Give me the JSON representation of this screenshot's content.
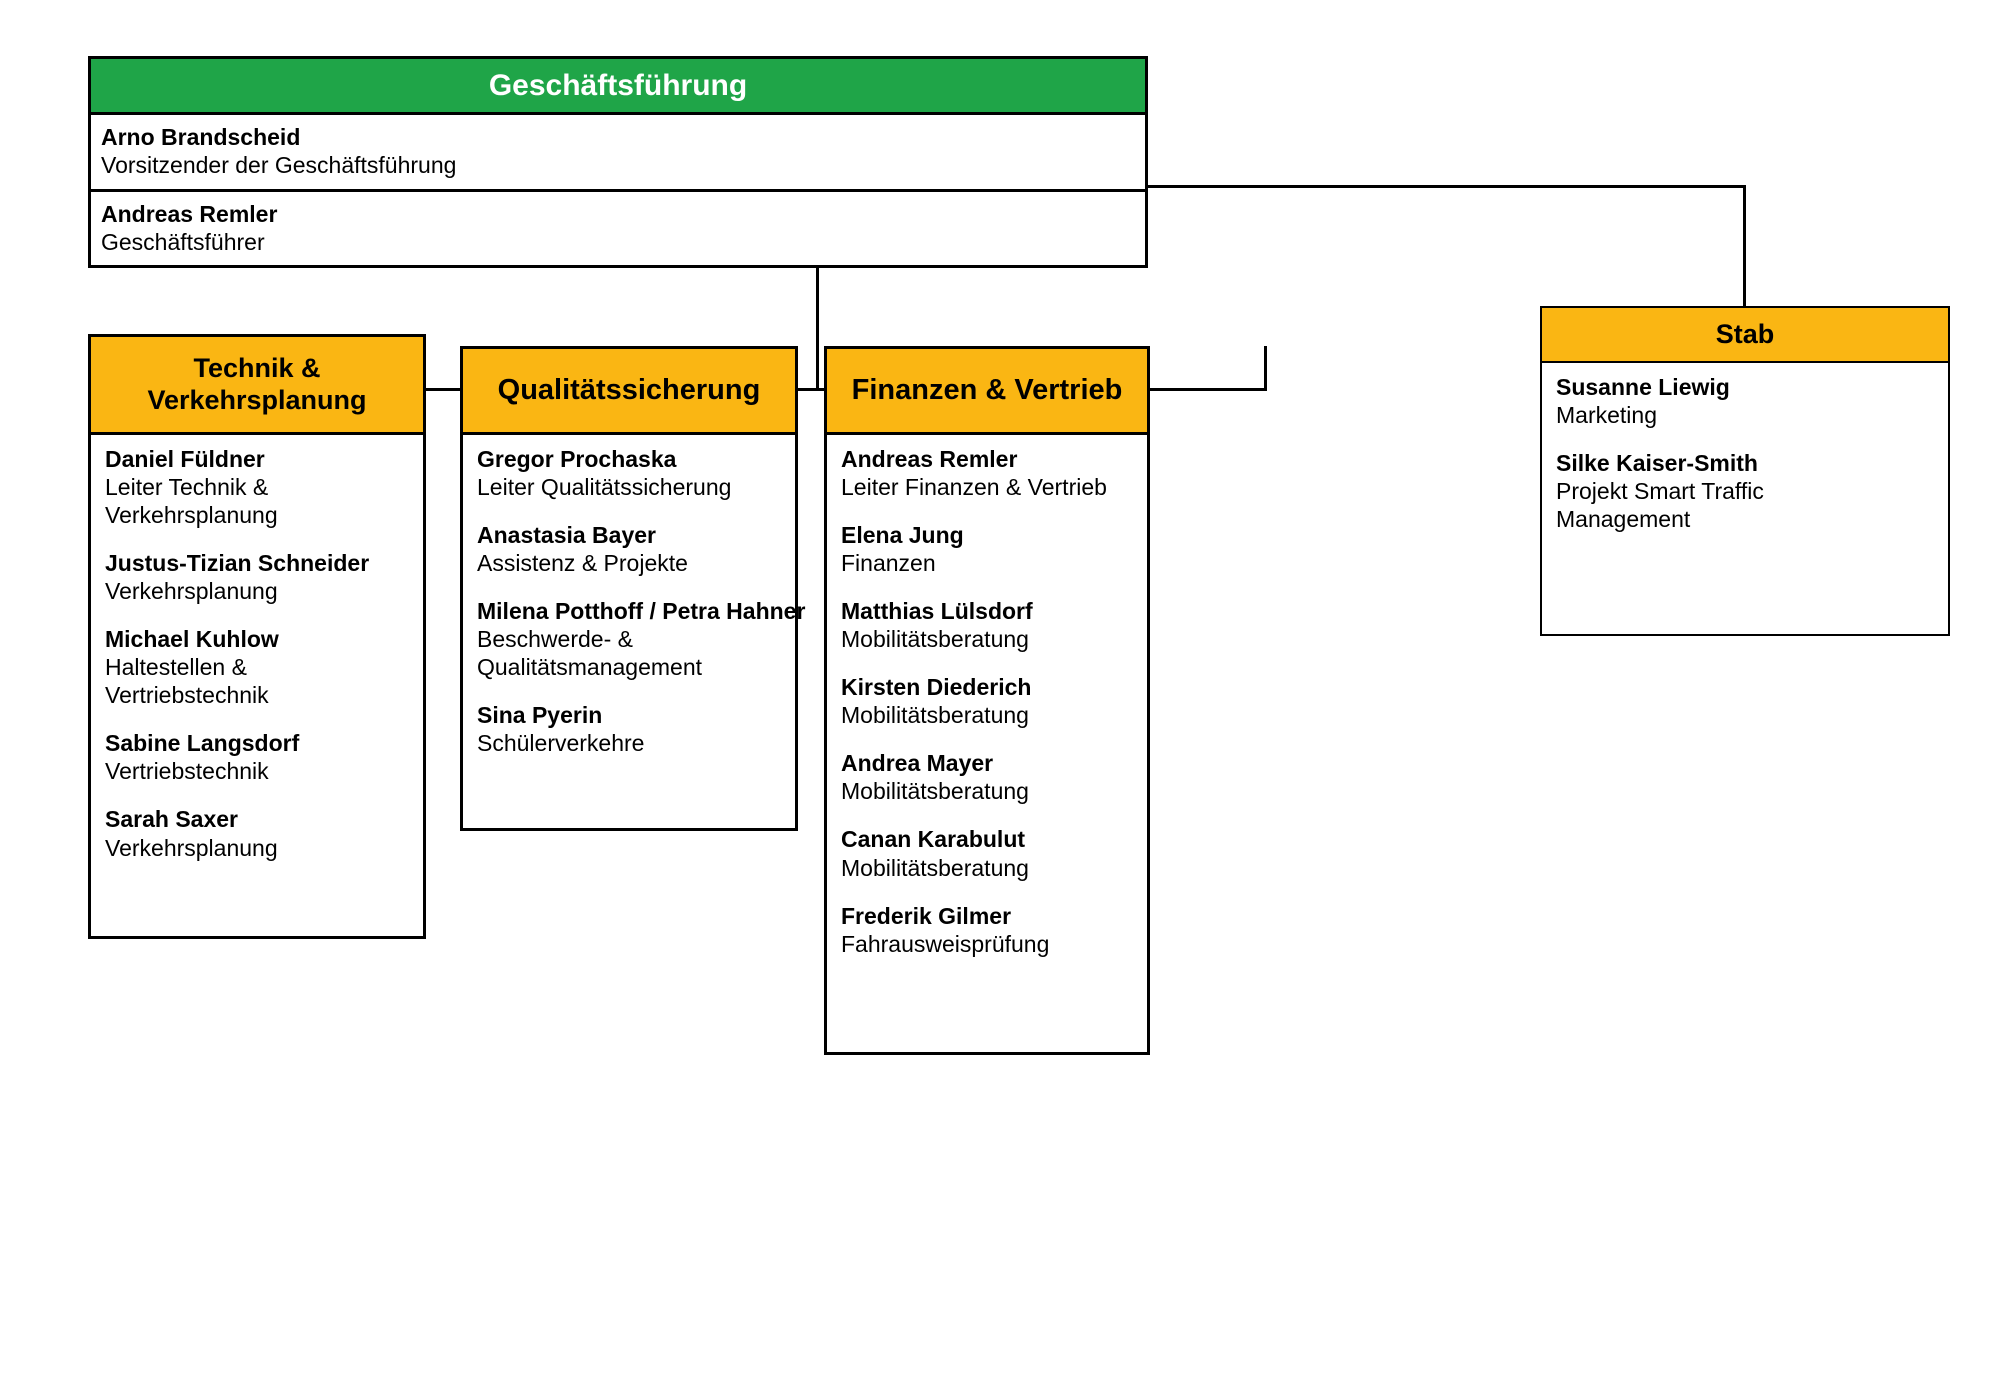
{
  "chart_data": {
    "type": "diagram",
    "title": "Organigramm",
    "colors": {
      "executive_header": "#1FA548",
      "department_header": "#FAB613",
      "border": "#000000",
      "background": "#FFFFFF",
      "header_text_exec": "#FFFFFF",
      "header_text_dept": "#000000"
    }
  },
  "executive": {
    "title": "Geschäftsführung",
    "members": [
      {
        "name": "Arno Brandscheid",
        "role": "Vorsitzender der Geschäftsführung"
      },
      {
        "name": "Andreas Remler",
        "role": "Geschäftsführer"
      }
    ]
  },
  "departments": [
    {
      "title_line_1": "Technik &",
      "title_line_2": "Verkehrsplanung",
      "members": [
        {
          "name": "Daniel Füldner",
          "role": "Leiter Technik & Verkehrsplanung"
        },
        {
          "name": "Justus-Tizian Schneider",
          "role": "Verkehrsplanung"
        },
        {
          "name": "Michael Kuhlow",
          "role": "Haltestellen & Vertriebstechnik"
        },
        {
          "name": "Sabine Langsdorf",
          "role": "Vertriebstechnik"
        },
        {
          "name": "Sarah Saxer",
          "role": "Verkehrsplanung"
        }
      ]
    },
    {
      "title_line_1": "Qualitätssicherung",
      "title_line_2": "",
      "members": [
        {
          "name": "Gregor Prochaska",
          "role": "Leiter Qualitätssicherung"
        },
        {
          "name": "Anastasia Bayer",
          "role": "Assistenz & Projekte"
        },
        {
          "name": "Milena Potthoff / Petra Hahner",
          "role": "Beschwerde- & Qualitätsmanagement"
        },
        {
          "name": "Sina Pyerin",
          "role": "Schülerverkehre"
        }
      ]
    },
    {
      "title_line_1": "Finanzen & Vertrieb",
      "title_line_2": "",
      "members": [
        {
          "name": "Andreas Remler",
          "role": "Leiter Finanzen & Vertrieb"
        },
        {
          "name": "Elena Jung",
          "role": "Finanzen"
        },
        {
          "name": "Matthias Lülsdorf",
          "role": "Mobilitätsberatung"
        },
        {
          "name": "Kirsten Diederich",
          "role": "Mobilitätsberatung"
        },
        {
          "name": "Andrea Mayer",
          "role": "Mobilitätsberatung"
        },
        {
          "name": "Canan Karabulut",
          "role": "Mobilitätsberatung"
        },
        {
          "name": "Frederik Gilmer",
          "role": "Fahrausweisprüfung"
        }
      ]
    }
  ],
  "staff_unit": {
    "title": "Stab",
    "members": [
      {
        "name": "Susanne Liewig",
        "role": "Marketing"
      },
      {
        "name": "Silke Kaiser-Smith",
        "role": "Projekt Smart Traffic Management"
      }
    ]
  }
}
